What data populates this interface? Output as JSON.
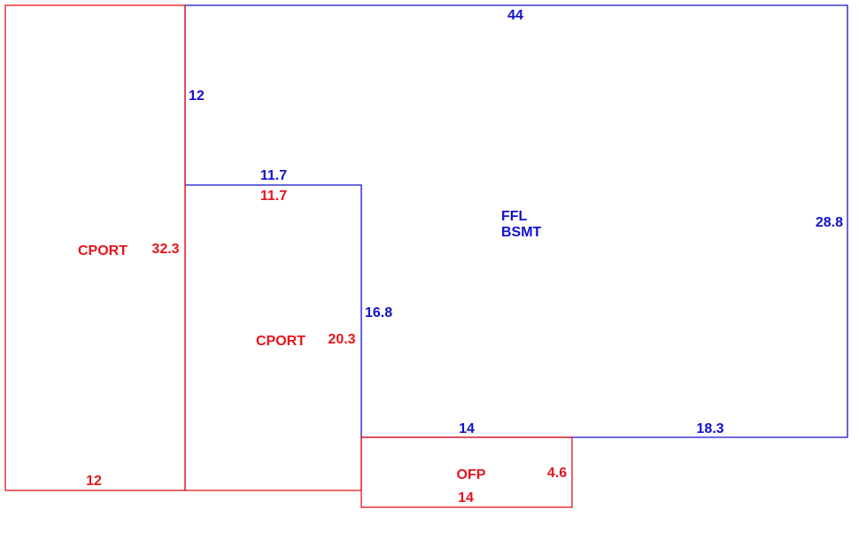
{
  "colors": {
    "carport": "#e8141b",
    "house": "#1111cc",
    "background": "#ffffff"
  },
  "house": {
    "name_line1": "FFL",
    "name_line2": "BSMT",
    "dims": {
      "top": "44",
      "left_upper": "12",
      "inner_top_blue": "11.7",
      "inner_left": "16.8",
      "bottom_left": "14",
      "bottom_right": "18.3",
      "right": "28.8"
    }
  },
  "carport_left": {
    "name": "CPORT",
    "dims": {
      "height": "32.3",
      "bottom": "12"
    }
  },
  "carport_inner": {
    "name": "CPORT",
    "dims": {
      "top": "11.7",
      "height": "20.3"
    }
  },
  "porch": {
    "name": "OFP",
    "dims": {
      "depth": "4.6",
      "bottom": "14"
    }
  }
}
